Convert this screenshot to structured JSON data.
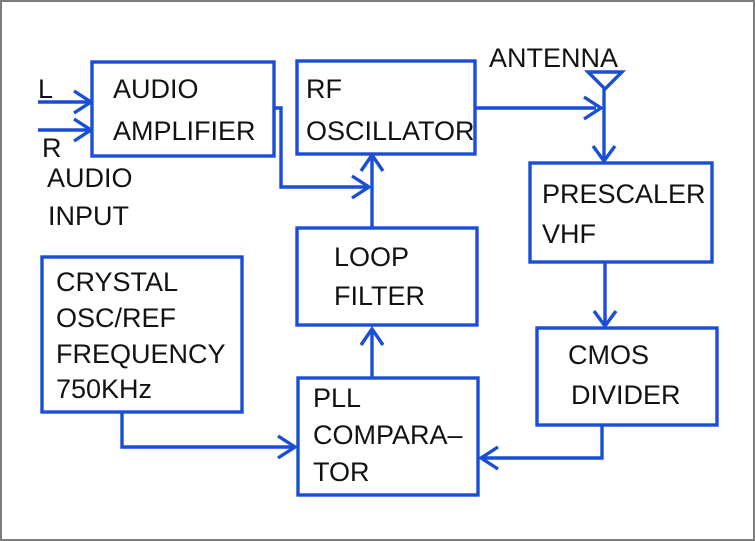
{
  "colors": {
    "accent": "#1b4ed6",
    "text": "#121212",
    "background": "#ffffff",
    "frame_border": "#7d7d7d"
  },
  "labels": {
    "left_channel": "L",
    "right_channel": "R",
    "audio_input_line1": "AUDIO",
    "audio_input_line2": "INPUT",
    "antenna": "ANTENNA"
  },
  "blocks": {
    "audio_amplifier": {
      "lines": [
        "AUDIO",
        "AMPLIFIER"
      ]
    },
    "rf_oscillator": {
      "lines": [
        "RF",
        "OSCILLATOR"
      ]
    },
    "prescaler": {
      "lines": [
        "PRESCALER",
        "VHF"
      ]
    },
    "cmos_divider": {
      "lines": [
        "CMOS",
        "DIVIDER"
      ]
    },
    "loop_filter": {
      "lines": [
        "LOOP",
        "FILTER"
      ]
    },
    "pll_comparator": {
      "lines": [
        "PLL",
        "COMPARA–",
        "TOR"
      ]
    },
    "crystal_osc": {
      "lines": [
        "CRYSTAL",
        "OSC/REF",
        "FREQUENCY",
        "750KHz"
      ]
    }
  },
  "connections": [
    {
      "from": "audio-input-L",
      "to": "audio-amplifier"
    },
    {
      "from": "audio-input-R",
      "to": "audio-amplifier"
    },
    {
      "from": "audio-amplifier",
      "to": "rf-oscillator-control-line"
    },
    {
      "from": "loop-filter",
      "to": "rf-oscillator"
    },
    {
      "from": "rf-oscillator",
      "to": "antenna"
    },
    {
      "from": "antenna-line",
      "to": "prescaler-vhf"
    },
    {
      "from": "prescaler-vhf",
      "to": "cmos-divider"
    },
    {
      "from": "cmos-divider",
      "to": "pll-comparator"
    },
    {
      "from": "crystal-osc-ref-750khz",
      "to": "pll-comparator"
    },
    {
      "from": "pll-comparator",
      "to": "loop-filter"
    }
  ]
}
